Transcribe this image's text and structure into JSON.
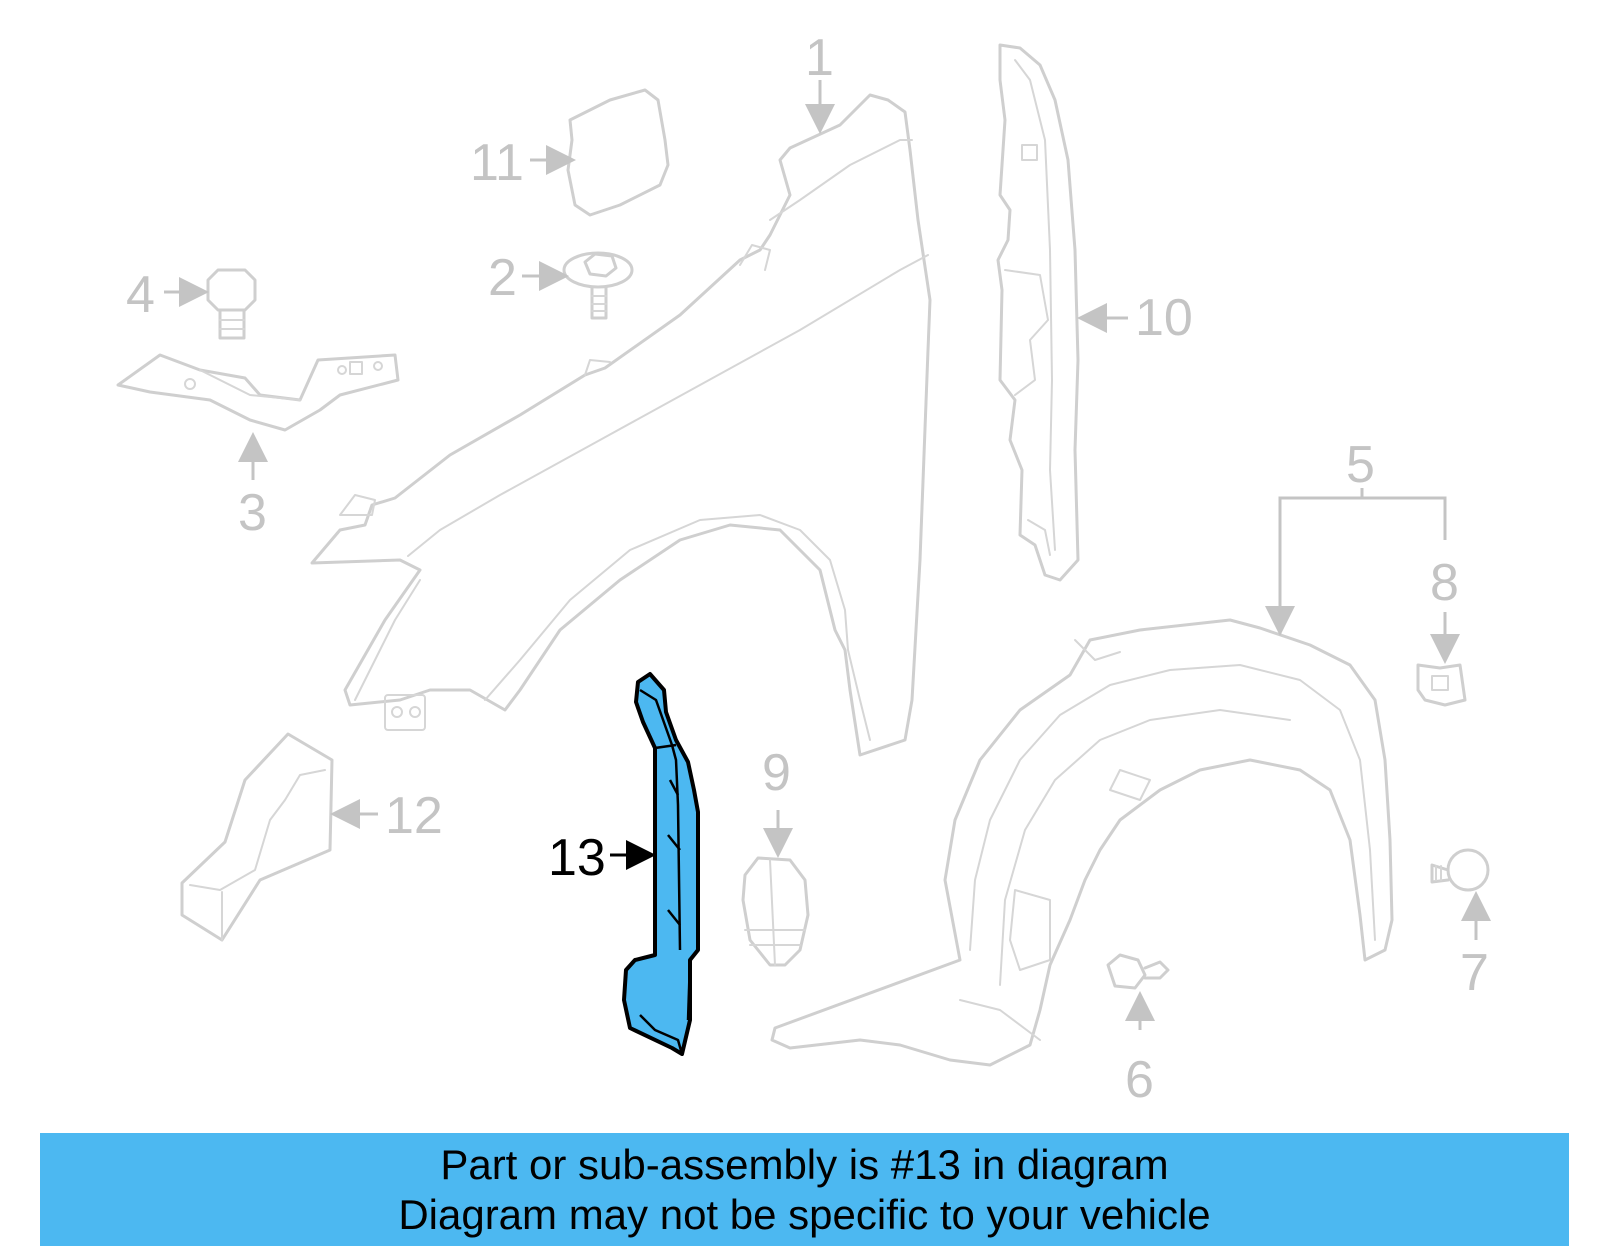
{
  "diagram": {
    "callouts": [
      "1",
      "2",
      "3",
      "4",
      "5",
      "6",
      "7",
      "8",
      "9",
      "10",
      "11",
      "12",
      "13"
    ],
    "highlighted_callout": "13",
    "highlight_color": "#4cb8f1",
    "outline_color": "#cfcfcf"
  },
  "banner": {
    "line1": "Part or sub-assembly is #13 in diagram",
    "line2": "Diagram may not be specific to your vehicle",
    "background": "#4cb8f1"
  }
}
